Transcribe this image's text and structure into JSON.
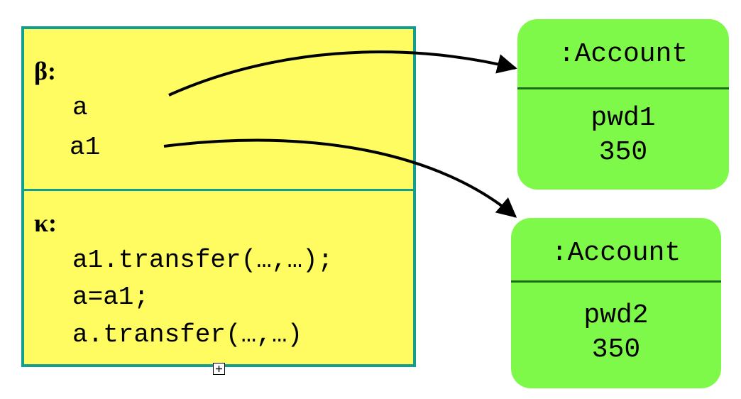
{
  "environment": {
    "label": "β:",
    "variables": [
      "a",
      "a1"
    ]
  },
  "continuation": {
    "label": "κ:",
    "lines": [
      "a1.transfer(…,…);",
      "a=a1;",
      "a.transfer(…,…)"
    ]
  },
  "objects": [
    {
      "class_label": ":Account",
      "fields": [
        "pwd1",
        "350"
      ]
    },
    {
      "class_label": ":Account",
      "fields": [
        "pwd2",
        "350"
      ]
    }
  ],
  "references": [
    {
      "from": "a",
      "to": 0
    },
    {
      "from": "a1",
      "to": 1
    }
  ],
  "colors": {
    "state_fill": "#fefc60",
    "state_border": "#119e91",
    "object_fill": "#7ef94a",
    "object_separator": "#1a6b1a"
  }
}
